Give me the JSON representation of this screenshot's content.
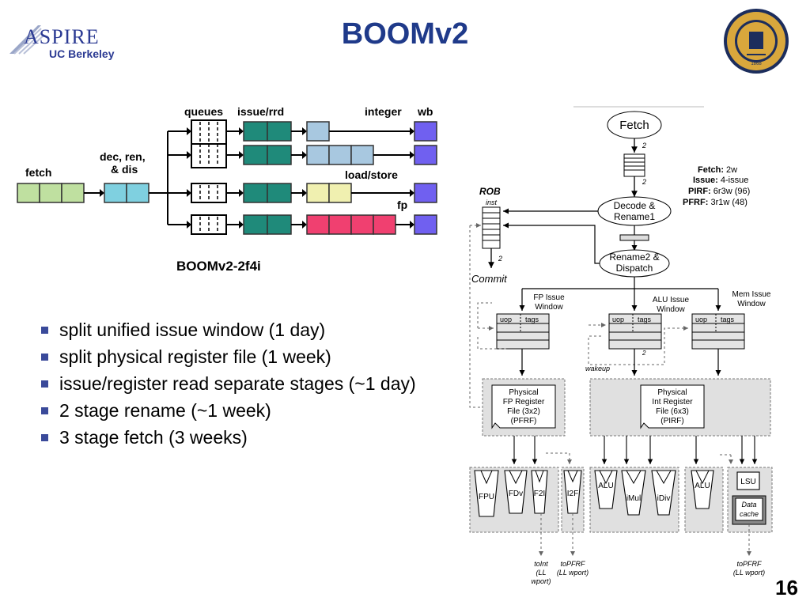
{
  "slide": {
    "title": "BOOMv2",
    "page_number": "16"
  },
  "logos": {
    "aspire_word": "ASPIRE",
    "aspire_sub": "UC Berkeley",
    "seal_text": "THE UNIVERSITY OF CALIFORNIA BERKELEY",
    "seal_year": "1868"
  },
  "pipeline": {
    "labels": {
      "fetch": "fetch",
      "dec1": "dec, ren,",
      "dec2": "& dis",
      "queues": "queues",
      "issue": "issue/rrd",
      "integer": "integer",
      "wb": "wb",
      "loadstore": "load/store",
      "fp": "fp"
    },
    "caption": "BOOMv2-2f4i"
  },
  "bullets": [
    "split unified issue window (1 day)",
    "split physical register file (1 week)",
    "issue/register read separate stages (~1 day)",
    "2 stage rename (~1 week)",
    "3 stage fetch (3 weeks)"
  ],
  "arch": {
    "fetch": "Fetch",
    "decode1": "Decode &",
    "decode2": "Rename1",
    "rename2a": "Rename2 &",
    "rename2b": "Dispatch",
    "rob": "ROB",
    "inst": "inst",
    "commit": "Commit",
    "two": "2",
    "params": [
      {
        "k": "Fetch:",
        "v": " 2w"
      },
      {
        "k": "Issue:",
        "v": " 4-issue"
      },
      {
        "k": "PIRF:",
        "v": " 6r3w (96)"
      },
      {
        "k": "PFRF:",
        "v": " 3r1w (48)"
      }
    ],
    "fp_iw1": "FP Issue",
    "fp_iw2": "Window",
    "alu_iw1": "ALU Issue",
    "alu_iw2": "Window",
    "mem_iw1": "Mem Issue",
    "mem_iw2": "Window",
    "uop": "uop",
    "tags": "tags",
    "wakeup": "wakeup",
    "pfrf": [
      "Physical",
      "FP Register",
      "File (3x2)",
      "(PFRF)"
    ],
    "pirf": [
      "Physical",
      "Int Register",
      "File (6x3)",
      "(PIRF)"
    ],
    "units": {
      "fpu": "FPU",
      "fdv": "FDv",
      "f2i": "F2I",
      "i2f": "I2F",
      "alu": "ALU",
      "imul": "iMul",
      "idiv": "iDiv",
      "alu2": "ALU",
      "lsu": "LSU",
      "dc1": "Data",
      "dc2": "cache"
    },
    "toint": [
      "toInt",
      "(LL",
      "wport)"
    ],
    "topfrf1": [
      "toPFRF",
      "(LL wport)"
    ],
    "topfrf2": [
      "toPFRF",
      "(LL wport)"
    ]
  }
}
